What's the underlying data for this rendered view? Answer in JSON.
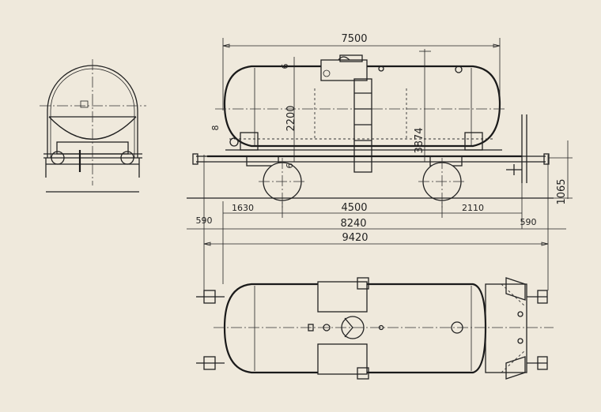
{
  "dimensions": {
    "overall_tank_length": "7500",
    "tank_height": "2200",
    "total_height": "3874",
    "offset_small": "6",
    "offset_small_lower": "6",
    "angle_mark": "8",
    "buffer_height": "1065",
    "axle_left_offset": "1630",
    "wheelbase": "4500",
    "axle_right_offset": "2110",
    "left_overhang": "590",
    "frame_length": "8240",
    "right_overhang": "590",
    "length_over_buffers": "9420"
  },
  "colors": {
    "paper": "#efe9dc",
    "ink": "#222222"
  }
}
